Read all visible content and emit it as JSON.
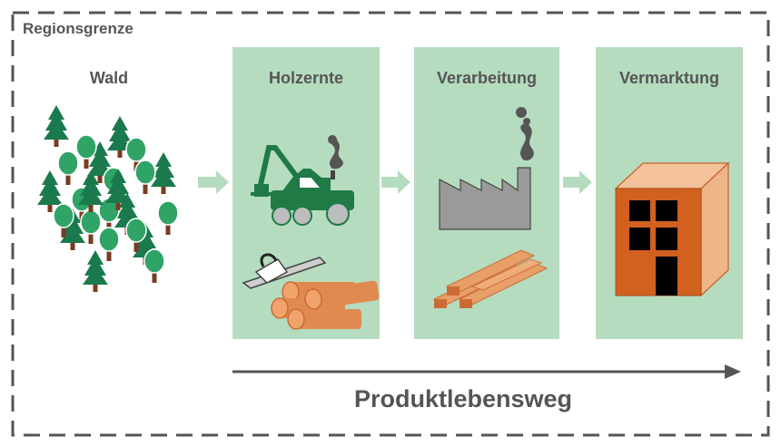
{
  "region": {
    "label": "Regionsgrenze"
  },
  "stages": [
    {
      "title": "Wald"
    },
    {
      "title": "Holzernte"
    },
    {
      "title": "Verarbeitung"
    },
    {
      "title": "Vermarktung"
    }
  ],
  "lifecycle": {
    "label": "Produktlebensweg"
  },
  "colors": {
    "panel": "#b6dcbf",
    "arrow": "#b6dcbf",
    "border": "#555555",
    "tree_dark": "#1b7a4d",
    "tree_light": "#2fa466",
    "trunk": "#7a3b22",
    "wood": "#e08a52",
    "wood_dark": "#cc6a35",
    "building": "#d2601f",
    "building_side": "#efb488",
    "factory": "#9a9a9a",
    "machine": "#1f7a46",
    "smoke": "#555555"
  },
  "icons": [
    "forest-icon",
    "harvester-icon",
    "chainsaw-icon",
    "logs-icon",
    "factory-icon",
    "smoke-icon",
    "boards-icon",
    "building-icon"
  ]
}
